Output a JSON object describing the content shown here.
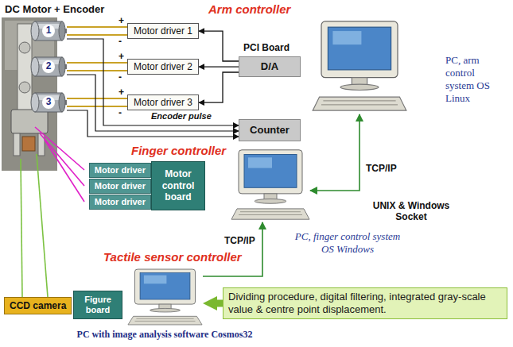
{
  "diagram": {
    "nodes": [
      {
        "text": [
          "1"
        ]
      },
      {
        "text": [
          "2"
        ]
      },
      {
        "text": [
          "3"
        ]
      },
      {
        "text": [
          "Motor driver 1"
        ]
      },
      {
        "text": [
          "Motor driver 2"
        ]
      },
      {
        "text": [
          "Motor driver 3"
        ]
      },
      {
        "text": [
          "D/A"
        ]
      },
      {
        "text": [
          "Counter"
        ]
      },
      {
        "text": [
          "PC, arm control system OS Linux"
        ]
      },
      {
        "text": [
          "Motor driver"
        ]
      },
      {
        "text": [
          "Motor driver"
        ]
      },
      {
        "text": [
          "Motor driver"
        ]
      },
      {
        "text": [
          "Motor control board"
        ]
      },
      {
        "text": [
          "PC, finger control system OS Windows"
        ]
      },
      {
        "text": [
          "CCD camera"
        ]
      },
      {
        "text": [
          "Figure board"
        ]
      },
      {
        "text": [
          "PC with image analysis software Cosmos32"
        ]
      },
      {
        "text": [
          "Dividing procedure, digital filtering, integrated gray-scale value & centre point displacement."
        ]
      }
    ],
    "edges": [
      {
        "from": 3,
        "to": 0,
        "arrow": "none",
        "label": "+"
      },
      {
        "from": 3,
        "to": 0,
        "arrow": "none",
        "label": "-"
      },
      {
        "from": 4,
        "to": 1,
        "arrow": "none",
        "label": "+"
      },
      {
        "from": 4,
        "to": 1,
        "arrow": "none",
        "label": "-"
      },
      {
        "from": 5,
        "to": 2,
        "arrow": "none",
        "label": "+"
      },
      {
        "from": 5,
        "to": 2,
        "arrow": "none",
        "label": "-"
      },
      {
        "from": 6,
        "to": 3,
        "arrow": "to"
      },
      {
        "from": 6,
        "to": 4,
        "arrow": "to"
      },
      {
        "from": 6,
        "to": 5,
        "arrow": "to"
      },
      {
        "from": 0,
        "to": 7,
        "arrow": "to"
      },
      {
        "from": 1,
        "to": 7,
        "arrow": "to"
      },
      {
        "from": 2,
        "to": 7,
        "arrow": "to"
      },
      {
        "from": 8,
        "to": 13,
        "arrow": "both",
        "label": "TCP/IP"
      },
      {
        "from": 16,
        "to": 13,
        "arrow": "to",
        "label": "TCP/IP"
      },
      {
        "from": 17,
        "to": 16,
        "arrow": "to"
      }
    ],
    "labels": [
      "DC Motor + Encoder",
      "Arm controller",
      "PCI Board",
      "Encoder pulse",
      "Finger controller",
      "UNIX & Windows Socket",
      "Tactile sensor controller"
    ]
  }
}
